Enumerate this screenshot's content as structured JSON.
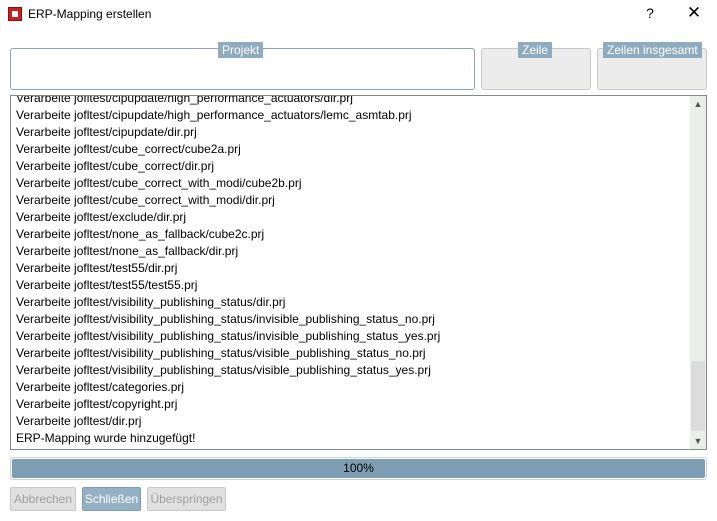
{
  "window": {
    "title": "ERP-Mapping erstellen",
    "help": "?",
    "close": "✕"
  },
  "groups": {
    "projekt": "Projekt",
    "zeile": "Zeile",
    "zeilen_insgesamt": "Zeilen insgesamt"
  },
  "log": [
    "Verarbeite jofltest/cipupdate/high_performance_actuators/dir.prj",
    "Verarbeite jofltest/cipupdate/high_performance_actuators/lemc_asmtab.prj",
    "Verarbeite jofltest/cipupdate/dir.prj",
    "Verarbeite jofltest/cube_correct/cube2a.prj",
    "Verarbeite jofltest/cube_correct/dir.prj",
    "Verarbeite jofltest/cube_correct_with_modi/cube2b.prj",
    "Verarbeite jofltest/cube_correct_with_modi/dir.prj",
    "Verarbeite jofltest/exclude/dir.prj",
    "Verarbeite jofltest/none_as_fallback/cube2c.prj",
    "Verarbeite jofltest/none_as_fallback/dir.prj",
    "Verarbeite jofltest/test55/dir.prj",
    "Verarbeite jofltest/test55/test55.prj",
    "Verarbeite jofltest/visibility_publishing_status/dir.prj",
    "Verarbeite jofltest/visibility_publishing_status/invisible_publishing_status_no.prj",
    "Verarbeite jofltest/visibility_publishing_status/invisible_publishing_status_yes.prj",
    "Verarbeite jofltest/visibility_publishing_status/visible_publishing_status_no.prj",
    "Verarbeite jofltest/visibility_publishing_status/visible_publishing_status_yes.prj",
    "Verarbeite jofltest/categories.prj",
    "Verarbeite jofltest/copyright.prj",
    "Verarbeite jofltest/dir.prj",
    "ERP-Mapping wurde hinzugefügt!"
  ],
  "progress": {
    "percent": 100,
    "label": "100%"
  },
  "buttons": {
    "cancel": "Abbrechen",
    "close": "Schließen",
    "skip": "Überspringen"
  }
}
